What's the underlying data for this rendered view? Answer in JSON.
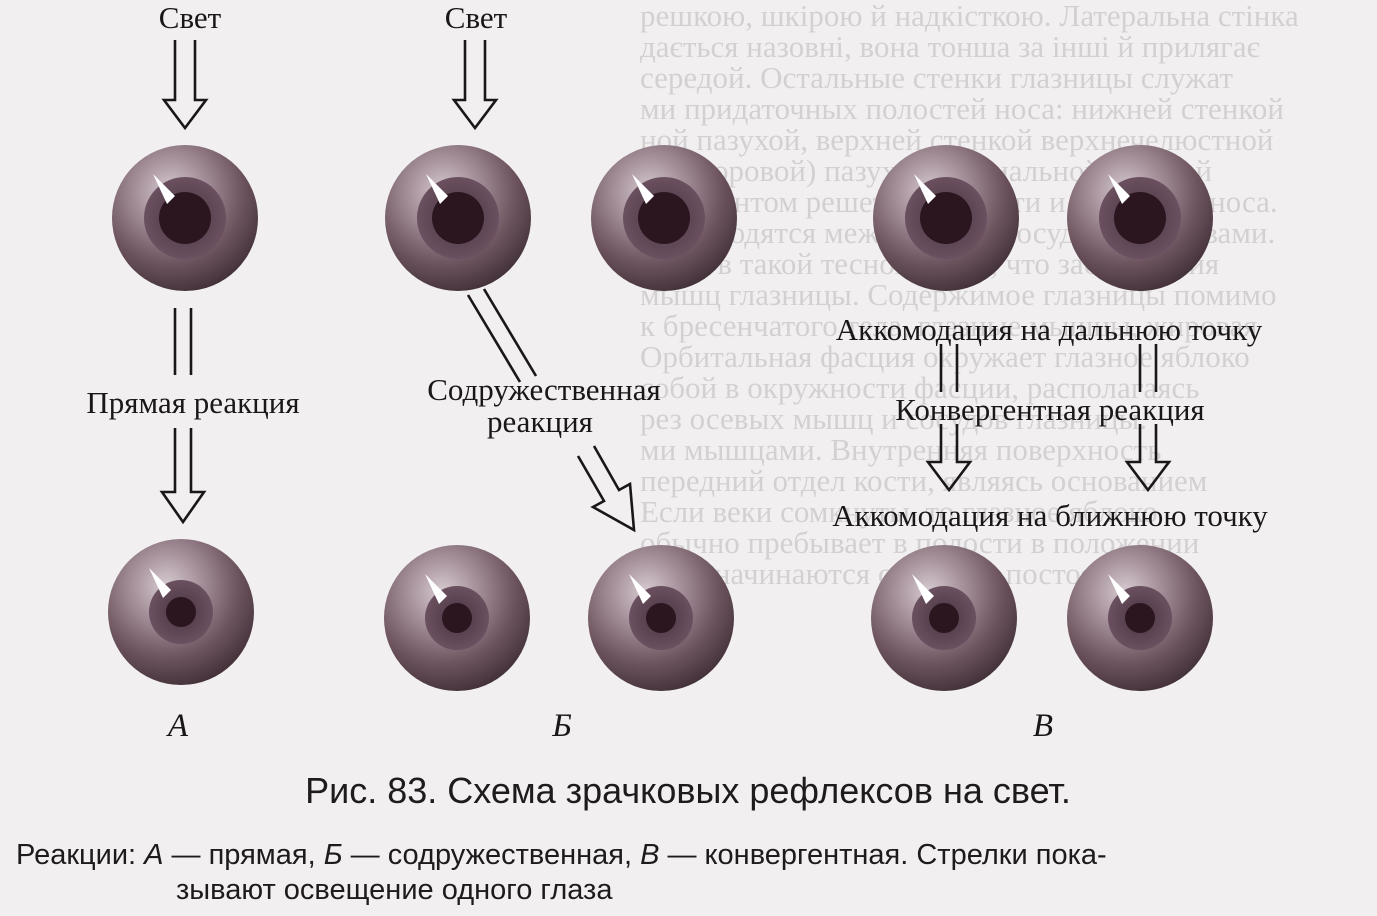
{
  "background_text": [
    "решкою, шкірою й надкісткою. Латеральна стінка",
    "дається назовні, вона тонша за інші й прилягає",
    "середой. Остальные стенки глазницы служат",
    "ми придаточных полостей носа: нижней стенкой",
    "ной пазухой, верхней стенкой верхнечелюстной",
    "(гайморовой) пазухой, медиальной стенкой",
    "лабиринтом решетчатой кости и полостью носа.",
    "да, находятся между собой сосудами и нервами.",
    "стоят в такой тесной связи, что заболевания",
    "мышц глазницы. Содержимое глазницы помимо",
    "к бресенчатого тела, глазные мышцы, жировая",
    "Орбитальная фасция окружает глазное яблоко",
    "собой в окружности фасции, располагаясь",
    "рез осевых мышц и сосудов глазницы.",
    "ми мышцами. Внутренняя поверхность",
    "передний отдел кости, являясь основанием",
    "Если веки сомкнуты, то глазное яблоко",
    "обычно пребывает в полости в положении",
    "Веки начинаются с лёгкого постоянного"
  ],
  "labels": {
    "light_a": "Свет",
    "light_b": "Свет",
    "direct_reaction": "Прямая реакция",
    "consensual_line1": "Содружественная",
    "consensual_line2": "реакция",
    "accommodation_far": "Аккомодация на дальнюю точку",
    "convergent_reaction": "Конвергентная реакция",
    "accommodation_near": "Аккомодация на ближнюю точку",
    "panel_a": "А",
    "panel_b": "Б",
    "panel_c": "В"
  },
  "caption": {
    "title": "Рис. 83. Схема зрачковых рефлексов на свет.",
    "prefix": "Реакции: ",
    "a_letter": "А",
    "a_text": " — прямая, ",
    "b_letter": "Б",
    "b_text": " — содружественная, ",
    "c_letter": "В",
    "c_text": " — конвергентная. Стрелки пока-",
    "line2": "зывают освещение одного глаза"
  },
  "eyes": [
    {
      "panel": "А",
      "state": "before",
      "pupil": "large"
    },
    {
      "panel": "А",
      "state": "after",
      "pupil": "small"
    },
    {
      "panel": "Б",
      "state": "before",
      "pupil": "large"
    },
    {
      "panel": "Б",
      "state": "before",
      "pupil": "large"
    },
    {
      "panel": "Б",
      "state": "after",
      "pupil": "small"
    },
    {
      "panel": "Б",
      "state": "after",
      "pupil": "small"
    },
    {
      "panel": "В",
      "state": "before",
      "pupil": "large"
    },
    {
      "panel": "В",
      "state": "before",
      "pupil": "large"
    },
    {
      "panel": "В",
      "state": "after",
      "pupil": "small"
    },
    {
      "panel": "В",
      "state": "after",
      "pupil": "small"
    }
  ],
  "colors": {
    "iris_light": "#c9bcc2",
    "iris_dark": "#3a2a32",
    "pupil": "#2b1620",
    "pupil_ring": "#5a3f4c",
    "highlight": "#ffffff",
    "ink": "#1b1618"
  }
}
